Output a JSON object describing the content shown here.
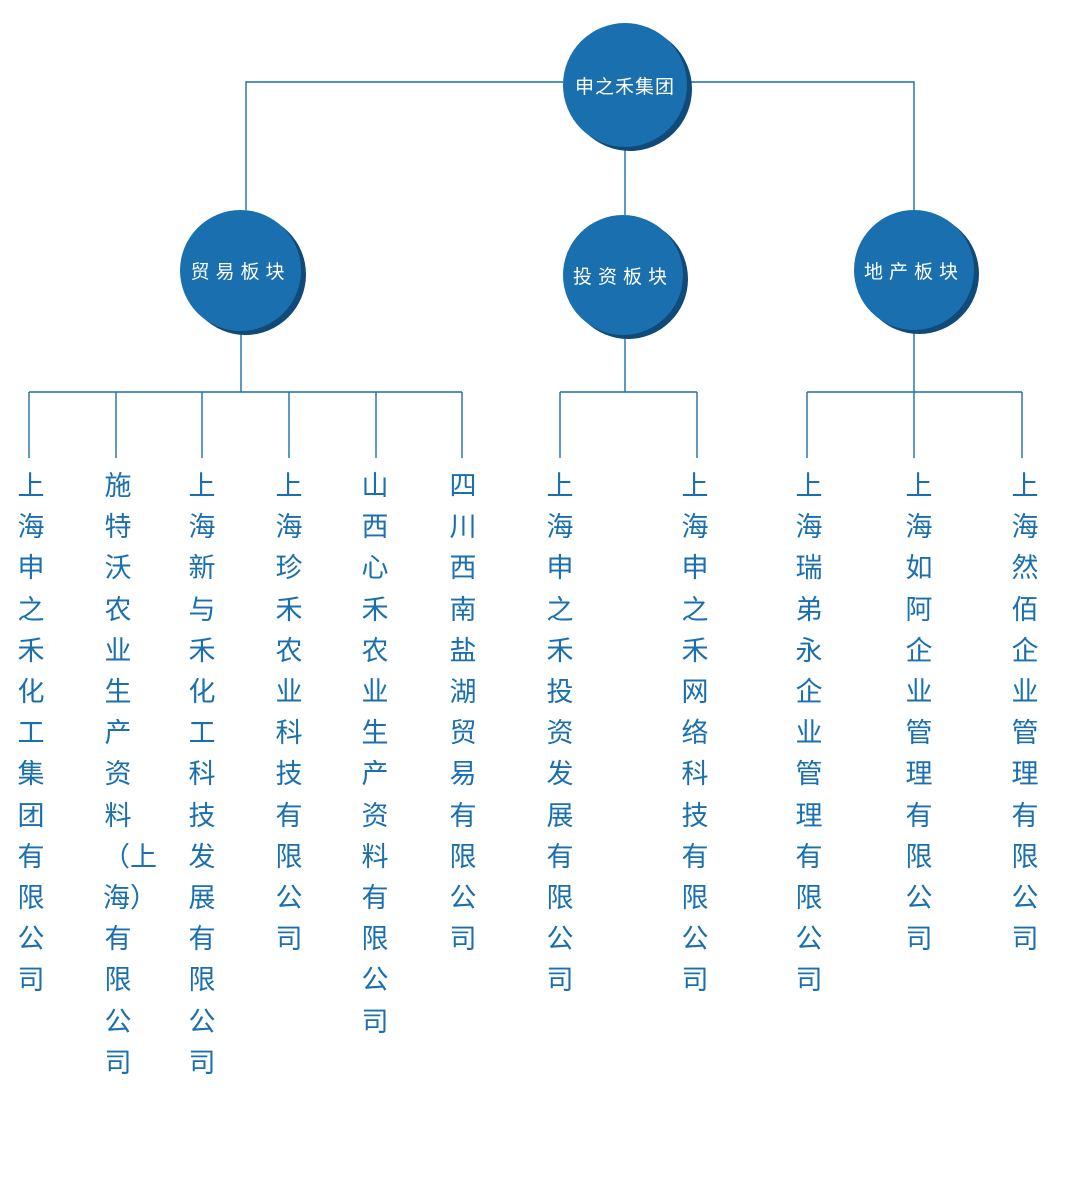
{
  "root": {
    "label": "申之禾集团"
  },
  "segments": [
    {
      "label": "贸易板块",
      "companies": [
        "上海申之禾化工集团有限公司",
        "施特沃农业生产资料（上海）有限公司",
        "上海新与禾化工科技发展有限公司",
        "上海珍禾农业科技有限公司",
        "山西心禾农业生产资料有限公司",
        "四川西南盐湖贸易有限公司"
      ]
    },
    {
      "label": "投资板块",
      "companies": [
        "上海申之禾投资发展有限公司",
        "上海申之禾网络科技有限公司"
      ]
    },
    {
      "label": "地产板块",
      "companies": [
        "上海瑞弟永企业管理有限公司",
        "上海如阿企业管理有限公司",
        "上海然佰企业管理有限公司"
      ]
    }
  ],
  "colors": {
    "node_fill": "#1a6fae",
    "node_shadow": "#104a78",
    "connector": "#1a6fae",
    "company_text": "#1a6fae"
  }
}
